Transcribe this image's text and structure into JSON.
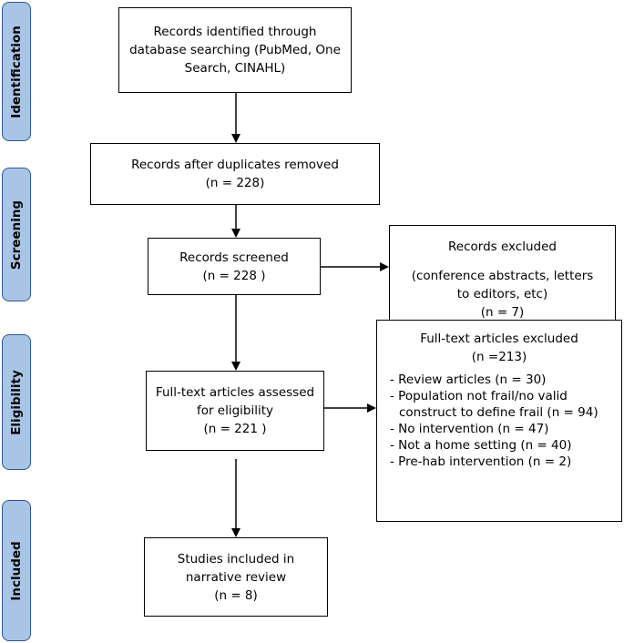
{
  "phases": {
    "identification": "Identification",
    "screening": "Screening",
    "eligibility": "Eligibility",
    "included": "Included"
  },
  "boxes": {
    "identified": {
      "line1": "Records identified through",
      "line2": "database searching (PubMed, One",
      "line3": "Search, CINAHL)"
    },
    "duplicates": {
      "line1": "Records after duplicates removed",
      "line2": "(n = 228)"
    },
    "screened": {
      "line1": "Records screened",
      "line2": "(n =  228 )"
    },
    "excluded": {
      "line1": "Records excluded",
      "line2": "(conference abstracts, letters",
      "line3": "to editors, etc)",
      "line4": "(n = 7)"
    },
    "assessed": {
      "line1": "Full-text articles assessed",
      "line2": "for eligibility",
      "line3": "(n = 221 )"
    },
    "fulltext_excluded": {
      "title": "Full-text articles excluded",
      "count": "(n =213)",
      "items": [
        "- Review articles (n = 30)",
        "- Population not frail/no valid",
        "construct to define frail (n = 94)",
        "- No intervention (n = 47)",
        "- Not a home setting (n = 40)",
        "- Pre-hab intervention (n = 2)"
      ]
    },
    "included": {
      "line1": "Studies included in",
      "line2": "narrative review",
      "line3": "(n = 8)"
    }
  }
}
